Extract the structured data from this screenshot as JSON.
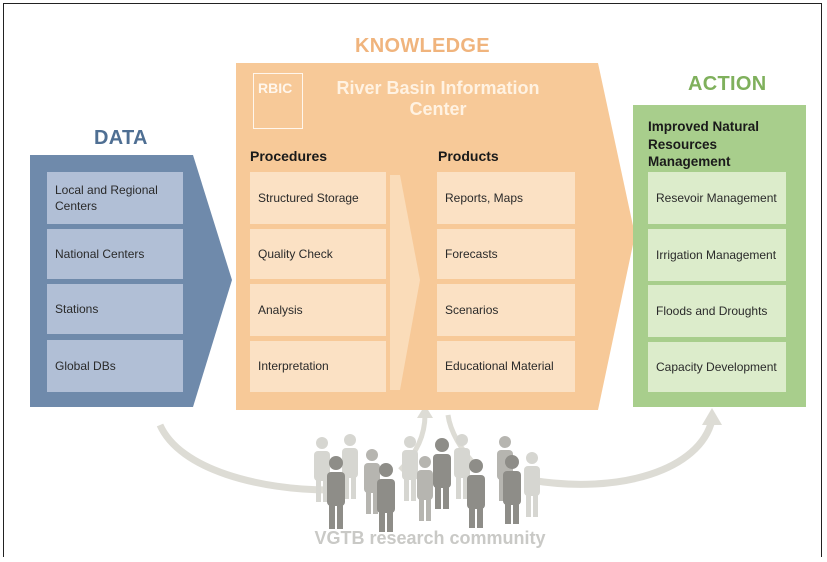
{
  "data": {
    "heading": "DATA",
    "items": [
      "Local and Regional Centers",
      "National Centers",
      "Stations",
      "Global DBs"
    ]
  },
  "knowledge": {
    "heading": "KNOWLEDGE",
    "logo": "RBIC",
    "center_name": "River Basin Information Center",
    "procedures": {
      "title": "Procedures",
      "items": [
        "Structured Storage",
        "Quality Check",
        "Analysis",
        "Interpretation"
      ]
    },
    "products": {
      "title": "Products",
      "items": [
        "Reports, Maps",
        "Forecasts",
        "Scenarios",
        "Educational Material"
      ]
    }
  },
  "action": {
    "heading": "ACTION",
    "title": "Improved Natural Resources Management",
    "items": [
      "Resevoir Management",
      "Irrigation Management",
      "Floods and Droughts",
      "Capacity Development"
    ]
  },
  "community": "VGTB research community",
  "colors": {
    "data_heading": "#4f6f93",
    "data_panel": "#6f8aab",
    "knowledge_heading": "#f0b47d",
    "knowledge_panel": "#f7c998",
    "action_heading": "#7fb05c",
    "action_panel": "#a8ce8c",
    "arrows": "#dcdcd6",
    "people": "#8a8a86"
  }
}
